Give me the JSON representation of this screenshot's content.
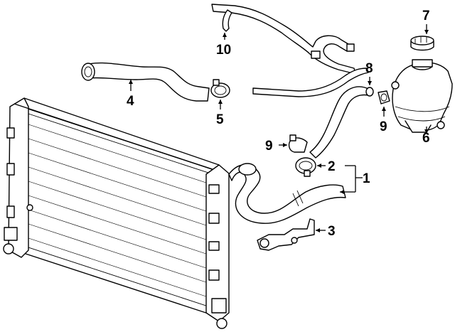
{
  "diagram": {
    "callouts": [
      {
        "id": "1",
        "label": "1"
      },
      {
        "id": "2",
        "label": "2"
      },
      {
        "id": "3",
        "label": "3"
      },
      {
        "id": "4",
        "label": "4"
      },
      {
        "id": "5",
        "label": "5"
      },
      {
        "id": "6",
        "label": "6"
      },
      {
        "id": "7",
        "label": "7"
      },
      {
        "id": "8",
        "label": "8"
      },
      {
        "id": "9a",
        "label": "9"
      },
      {
        "id": "9b",
        "label": "9"
      },
      {
        "id": "10",
        "label": "10"
      }
    ]
  }
}
